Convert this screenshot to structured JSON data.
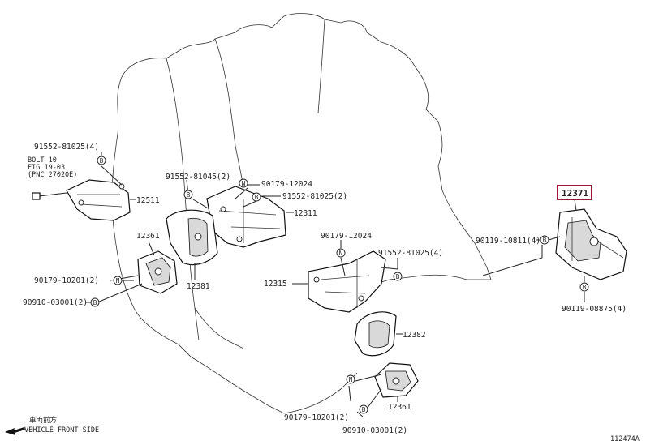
{
  "labels": {
    "bolt_91552_81025_4_a": "91552-81025(4)",
    "bolt_note_1": "BOLT  10",
    "bolt_note_2": "FIG 19-03",
    "bolt_note_3": "(PNC 27020E)",
    "p12511": "12511",
    "bolt_91552_81045_2": "91552-81045(2)",
    "screw_90179_12024_a": "90179-12024",
    "bolt_91552_81025_2": "91552-81025(2)",
    "p12311": "12311",
    "p12361_a": "12361",
    "p12381": "12381",
    "nut_90179_10201_2_a": "90179-10201(2)",
    "washer_90910_03001_2_a": "90910-03001(2)",
    "screw_90179_12024_b": "90179-12024",
    "bolt_91552_81025_4_b": "91552-81025(4)",
    "p12315": "12315",
    "p12382": "12382",
    "nut_90179_10201_2_b": "90179-10201(2)",
    "washer_90910_03001_2_b": "90910-03001(2)",
    "p12361_b": "12361",
    "p12371": "12371",
    "bolt_90119_10811_4": "90119-10811(4)",
    "bolt_90119_08875_4": "90119-08875(4)",
    "vehicle_front_jp": "車両前方",
    "vehicle_front_en": "VEHICLE FRONT SIDE",
    "figure_id": "112474A"
  },
  "markers": {
    "B": "B",
    "N": "N"
  },
  "colors": {
    "highlight": "#a0143c",
    "line": "#222222"
  }
}
